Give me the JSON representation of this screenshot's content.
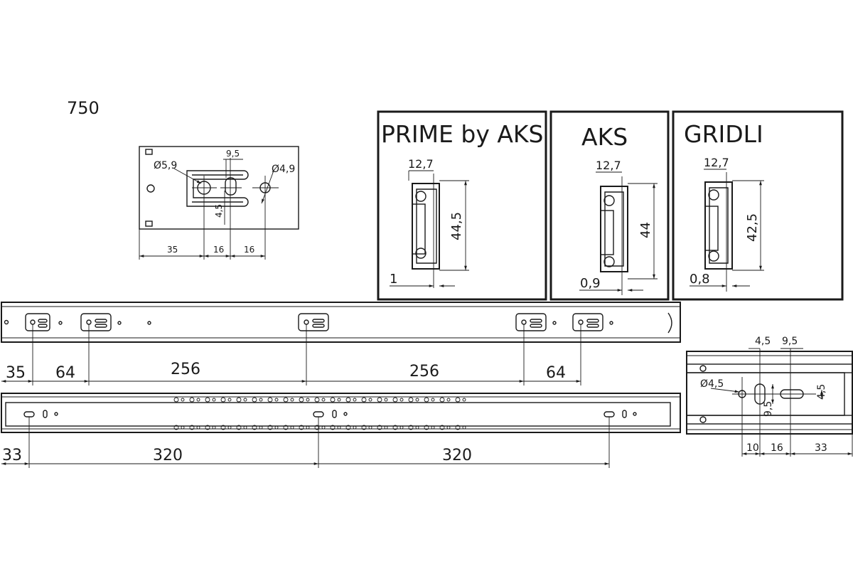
{
  "length_label": "750",
  "bracket": {
    "hole_large": "Ø5,9",
    "hole_small": "Ø4,9",
    "slot_width": "9,5",
    "slot_offset": "4,5",
    "dim_a": "35",
    "dim_b": "16",
    "dim_c": "16"
  },
  "profiles": [
    {
      "brand": "PRIME by AKS",
      "width": "12,7",
      "height": "44,5",
      "gap": "1"
    },
    {
      "brand": "AKS",
      "width": "12,7",
      "height": "44",
      "gap": "0,9"
    },
    {
      "brand": "GRIDLI",
      "width": "12,7",
      "height": "42,5",
      "gap": "0,8"
    }
  ],
  "outer_rail": {
    "dims": [
      "35",
      "64",
      "256",
      "256",
      "64"
    ]
  },
  "inner_rail": {
    "dims": [
      "33",
      "320",
      "320"
    ]
  },
  "end_detail": {
    "top_a": "4,5",
    "top_b": "9,5",
    "hole": "Ø4,5",
    "vert_a": "9,5",
    "vert_b": "4,5",
    "bottom": [
      "10",
      "16",
      "33"
    ]
  },
  "colors": {
    "line": "#1a1a1a",
    "background": "#ffffff"
  }
}
